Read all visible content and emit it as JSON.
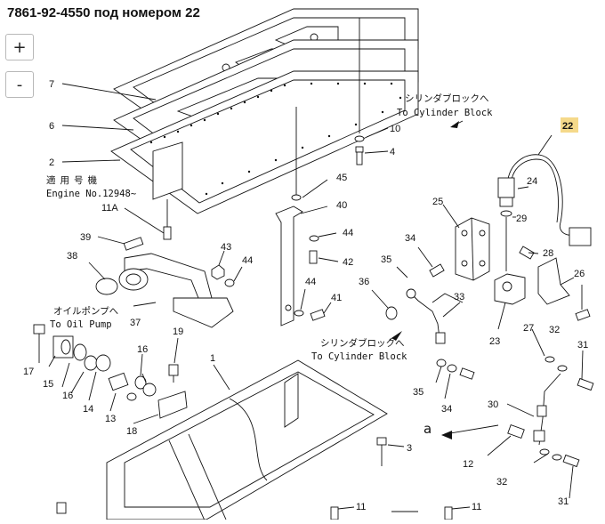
{
  "header": {
    "title": "7861-92-4550 под номером 22"
  },
  "zoom": {
    "in_label": "+",
    "out_label": "-"
  },
  "notes": {
    "cyl_block_top_jp": "シリンダブロックへ",
    "cyl_block_top_en": "To Cylinder Block",
    "engine_jp": "適用号機",
    "engine_en": "Engine No.12948~",
    "oil_pump_jp": "オイルポンプへ",
    "oil_pump_en": "To Oil Pump",
    "cyl_block_mid_jp": "シリンダブロックへ",
    "cyl_block_mid_en": "To Cylinder Block",
    "ref_a": "a"
  },
  "callouts": {
    "c7": "7",
    "c6": "6",
    "c2": "2",
    "c10": "10",
    "c4a": "4",
    "c22": "22",
    "c11a": "11A",
    "c45": "45",
    "c40": "40",
    "c24": "24",
    "c25": "25",
    "c39": "39",
    "c38": "38",
    "c43": "43",
    "c44a": "44",
    "c44b": "44",
    "c42": "42",
    "c34a": "34",
    "c29": "29",
    "c28": "28",
    "c35a": "35",
    "c36": "36",
    "c44c": "44",
    "c41": "41",
    "c33": "33",
    "c26": "26",
    "c37": "37",
    "c23": "23",
    "c27": "27",
    "c32a": "32",
    "c17": "17",
    "c19": "19",
    "c16a": "16",
    "c16b": "16",
    "c31a": "31",
    "c15": "15",
    "c1": "1",
    "c35b": "35",
    "c34b": "34",
    "c14": "14",
    "c13": "13",
    "c30": "30",
    "c18": "18",
    "c3": "3",
    "c12": "12",
    "c32b": "32",
    "c31b": "31",
    "c11b": "11",
    "c11c": "11"
  },
  "highlight_color": "#f5d98a"
}
